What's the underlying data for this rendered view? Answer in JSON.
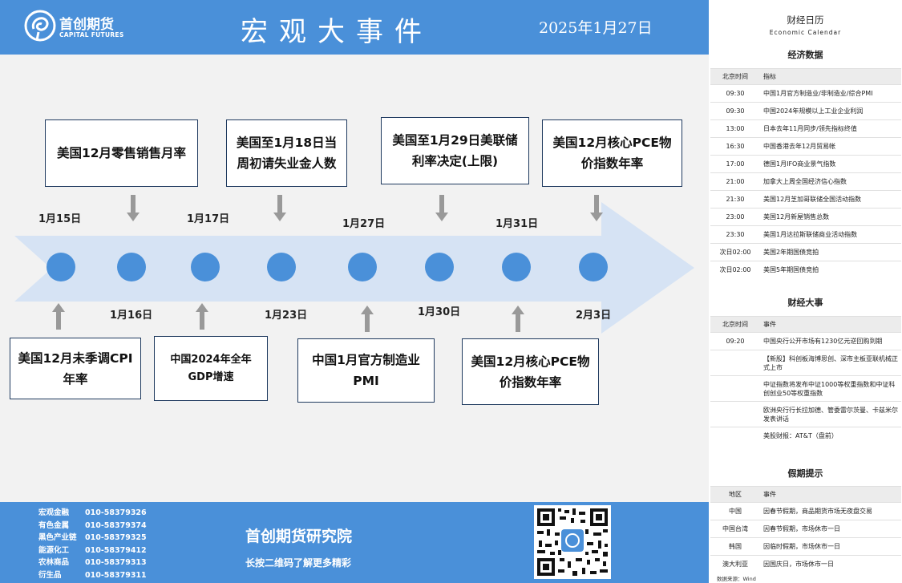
{
  "header": {
    "logo_cn": "首创期货",
    "logo_en": "CAPITAL FUTURES",
    "title": "宏观大事件",
    "date": "2025年1月27日"
  },
  "timeline": {
    "top_cards": [
      {
        "text": "美国12月零售销售月率"
      },
      {
        "text": "美国至1月18日当周初请失业金人数"
      },
      {
        "text": "美国至1月29日美联储利率决定(上限)"
      },
      {
        "text": "美国12月核心PCE物价指数年率"
      }
    ],
    "bottom_cards": [
      {
        "text": "美国12月未季调CPI年率"
      },
      {
        "text": "中国2024年全年GDP增速"
      },
      {
        "text": "中国1月官方制造业PMI"
      },
      {
        "text": "美国12月核心PCE物价指数年率"
      }
    ],
    "dates": [
      "1月15日",
      "1月16日",
      "1月17日",
      "1月23日",
      "1月27日",
      "1月30日",
      "1月31日",
      "2月3日"
    ]
  },
  "footer": {
    "contacts": [
      {
        "dept": "宏观金融",
        "phone": "010-58379326"
      },
      {
        "dept": "有色金属",
        "phone": "010-58379374"
      },
      {
        "dept": "黑色产业链",
        "phone": "010-58379325"
      },
      {
        "dept": "能源化工",
        "phone": "010-58379412"
      },
      {
        "dept": "农林商品",
        "phone": "010-58379313"
      },
      {
        "dept": "衍生品",
        "phone": "010-58379311"
      }
    ],
    "institute": "首创期货研究院",
    "institute_sub": "长按二维码了解更多精彩"
  },
  "calendar": {
    "title": "财经日历",
    "subtitle": "Economic Calendar",
    "econ": {
      "section": "经济数据",
      "col_time": "北京时间",
      "col_item": "指标",
      "rows": [
        {
          "time": "09:30",
          "item": "中国1月官方制造业/非制造业/综合PMI"
        },
        {
          "time": "09:30",
          "item": "中国2024年规模以上工业企业利润"
        },
        {
          "time": "13:00",
          "item": "日本去年11月同步/领先指标终值"
        },
        {
          "time": "16:30",
          "item": "中国香港去年12月贸易帐"
        },
        {
          "time": "17:00",
          "item": "德国1月IFO商业景气指数"
        },
        {
          "time": "21:00",
          "item": "加拿大上周全国经济信心指数"
        },
        {
          "time": "21:30",
          "item": "美国12月芝加哥联储全国活动指数"
        },
        {
          "time": "23:00",
          "item": "美国12月新屋销售总数"
        },
        {
          "time": "23:30",
          "item": "美国1月达拉斯联储商业活动指数"
        },
        {
          "time": "次日02:00",
          "item": "美国2年期国债竞拍"
        },
        {
          "time": "次日02:00",
          "item": "美国5年期国债竞拍"
        }
      ]
    },
    "events": {
      "section": "财经大事",
      "col_time": "北京时间",
      "col_item": "事件",
      "rows": [
        {
          "time": "09:20",
          "item": "中国央行公开市场有1230亿元逆回购到期"
        },
        {
          "time": "",
          "item": "【新股】科创板海博思创、深市主板亚联机械正式上市"
        },
        {
          "time": "",
          "item": "中证指数将发布中证1000等权重指数和中证科创创业50等权重指数"
        },
        {
          "time": "",
          "item": "欧洲央行行长拉加德、管委雷尔茨曼、卡兹米尔发表讲话"
        },
        {
          "time": "",
          "item": "美股财报：AT&T（盘前）"
        }
      ]
    },
    "holidays": {
      "section": "假期提示",
      "col_region": "地区",
      "col_item": "事件",
      "rows": [
        {
          "region": "中国",
          "item": "因春节假期，商品期货市场无夜盘交易"
        },
        {
          "region": "中国台湾",
          "item": "因春节假期，市场休市一日"
        },
        {
          "region": "韩国",
          "item": "因临时假期，市场休市一日"
        },
        {
          "region": "澳大利亚",
          "item": "因国庆日，市场休市一日"
        }
      ]
    },
    "source": "数据来源：Wind"
  },
  "colors": {
    "brand_blue": "#4a90d9",
    "arrow_fill": "#d6e3f4",
    "card_border": "#1f3a5f"
  }
}
